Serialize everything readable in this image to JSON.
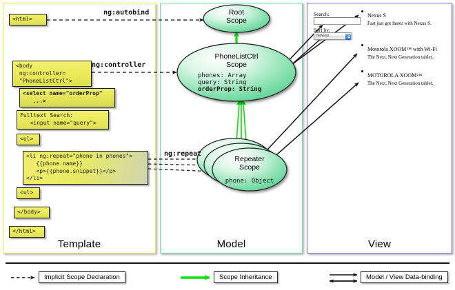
{
  "panels": {
    "template": {
      "label": "Template",
      "border_color": "#f2ea3c"
    },
    "model": {
      "label": "Model",
      "border_color": "#5fe5a8"
    },
    "view": {
      "label": "View",
      "border_color": "#7b6cf0"
    }
  },
  "template": {
    "boxes": [
      {
        "id": "html-open",
        "text": "<html>"
      },
      {
        "id": "body-open",
        "text": "<body\n ng:controller=\n \"PhoneListCtrl\">"
      },
      {
        "id": "select",
        "text": "<select name=\"orderProp\"\n   ...>"
      },
      {
        "id": "search",
        "text": "Fulltext Search:\n   <input name=\"query\">"
      },
      {
        "id": "ul-open",
        "text": "<ul>"
      },
      {
        "id": "li-repeat",
        "text": "<li ng:repeat=\"phone in phones\">\n   {{phone.name}}\n   <p>{{phone.snippet}}</p>\n</li>"
      },
      {
        "id": "ul-close",
        "text": "<ul>"
      },
      {
        "id": "body-close",
        "text": "</body>"
      },
      {
        "id": "html-close",
        "text": "</html>"
      }
    ]
  },
  "connectors": {
    "autobind": "ng:autobind",
    "controller": "ng:controller",
    "repeat": "ng:repeat"
  },
  "model": {
    "scopes": [
      {
        "id": "root",
        "title_line1": "Root",
        "title_line2": "Scope",
        "props": []
      },
      {
        "id": "ctrl",
        "title_line1": "PhoneListCtrl",
        "title_line2": "Scope",
        "props": [
          {
            "text": "phones: Array",
            "bold": false
          },
          {
            "text": "query: String",
            "bold": false
          },
          {
            "text": "orderProp: String",
            "bold": true
          }
        ]
      },
      {
        "id": "repeater",
        "title_line1": "Repeater",
        "title_line2": "Scope",
        "props": [
          {
            "text": "phone: Object",
            "bold": false
          }
        ]
      }
    ]
  },
  "view": {
    "search_label": "Search:",
    "search_value": "",
    "sort_label": "Sort by:",
    "sort_selected": "Newest",
    "phones": [
      {
        "name": "Nexus S",
        "snippet": "Fast just got faster with Nexus S."
      },
      {
        "name": "Motorola XOOM™ with Wi-Fi",
        "snippet": "The Next, Next Generation tablet."
      },
      {
        "name": "MOTOROLA XOOM™",
        "snippet": "The Next, Next Generation tablet."
      }
    ]
  },
  "legend": {
    "items": [
      {
        "id": "implicit",
        "label": "Implicit Scope Declaration",
        "arrow": "dashed-black"
      },
      {
        "id": "inheritance",
        "label": "Scope Inheritance",
        "arrow": "solid-green"
      },
      {
        "id": "databinding",
        "label": "Model / View Data-binding",
        "arrow": "double-black"
      }
    ]
  },
  "colors": {
    "inheritance_green": "#17e017",
    "code_yellow": "#e9ea5e",
    "scope_green": "#7fe0a8",
    "arrow_black": "#111111"
  }
}
